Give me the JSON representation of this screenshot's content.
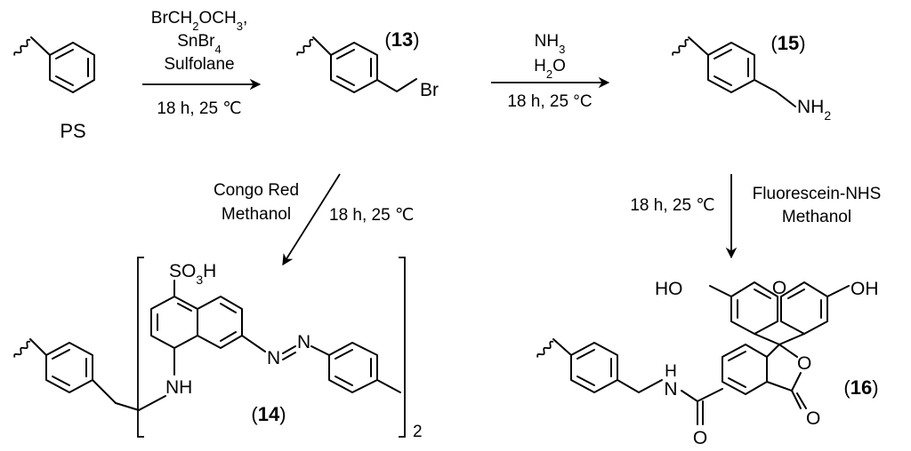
{
  "compounds": {
    "ps": "PS",
    "c13": "13",
    "c14": "14",
    "c15": "15",
    "c16": "16"
  },
  "atoms": {
    "br": "Br",
    "nh2_main": "NH",
    "nh2_sub": "2",
    "nh_14": "NH",
    "so3h_pre": "SO",
    "so3h_sub": "3",
    "so3h_post": "H",
    "azo_n1": "N",
    "azo_n2": "N",
    "repeat_sub": "2",
    "ho_left": "HO",
    "o_ring": "O",
    "oh_right": "OH",
    "o_lactone": "O",
    "o_carbonyl": "O",
    "amide_n": "N",
    "amide_h": "H",
    "amide_o": "O"
  },
  "steps": {
    "step1": {
      "r1_pre": "BrCH",
      "r1_sub1": "2",
      "r1_mid": "OCH",
      "r1_sub2": "3",
      "r1_post": ",",
      "r2_pre": "SnBr",
      "r2_sub": "4",
      "r3": "Sulfolane",
      "cond": "18 h, 25 ℃"
    },
    "step2": {
      "r1_pre": "NH",
      "r1_sub": "3",
      "r2_pre": "H",
      "r2_sub": "2",
      "r2_post": "O",
      "cond": "18 h, 25 °C"
    },
    "step3": {
      "r1": "Congo Red",
      "r2": "Methanol",
      "cond": "18 h, 25 ℃"
    },
    "step4": {
      "r1": "Fluorescein-NHS",
      "r2": "Methanol",
      "cond": "18 h, 25 ℃"
    }
  }
}
